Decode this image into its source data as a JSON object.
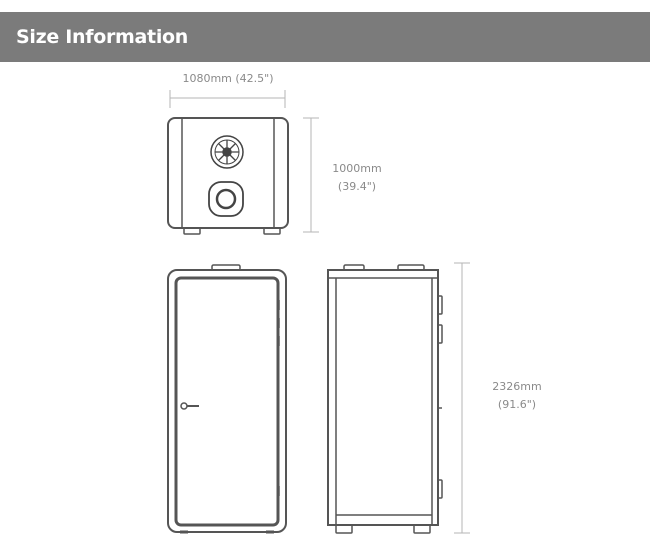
{
  "header": {
    "title": "Size Information"
  },
  "dimensions": {
    "width_label": "1080mm (42.5\")",
    "depth_mm": "1000mm",
    "depth_in": "(39.4\")",
    "height_mm": "2326mm",
    "height_in": "(91.6\")"
  },
  "colors": {
    "header_bg": "#7b7b7b",
    "line": "#555555",
    "dimension_line": "#b5b5b5",
    "dimension_text": "#8a8a8a"
  }
}
